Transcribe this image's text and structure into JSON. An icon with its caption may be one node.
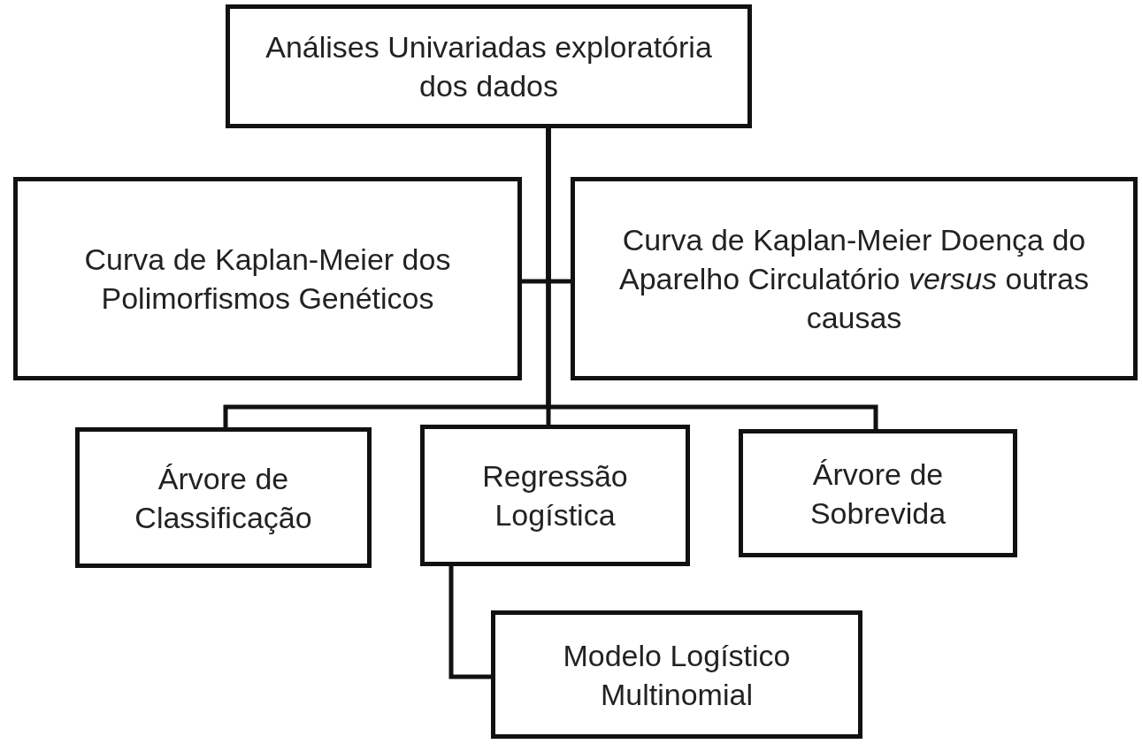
{
  "diagram": {
    "nodes": [
      {
        "text": [
          "Análises Univariadas exploratória dos dados"
        ]
      },
      {
        "text": [
          "Curva de Kaplan-Meier dos Polimorfismos Genéticos"
        ]
      },
      {
        "text": [
          "Curva de Kaplan-Meier Doença do Aparelho Circulatório *versus* outras causas"
        ]
      },
      {
        "text": [
          "Árvore de Classificação"
        ]
      },
      {
        "text": [
          "Regressão Logística"
        ]
      },
      {
        "text": [
          "Árvore de Sobrevida"
        ]
      },
      {
        "text": [
          "Modelo Logístico Multinomial"
        ]
      }
    ],
    "edges": [
      {
        "from": 0,
        "to": 1,
        "arrow": "none"
      },
      {
        "from": 0,
        "to": 2,
        "arrow": "none"
      },
      {
        "from": 0,
        "to": 3,
        "arrow": "none"
      },
      {
        "from": 0,
        "to": 4,
        "arrow": "none"
      },
      {
        "from": 0,
        "to": 5,
        "arrow": "none"
      },
      {
        "from": 4,
        "to": 6,
        "arrow": "none"
      }
    ]
  }
}
